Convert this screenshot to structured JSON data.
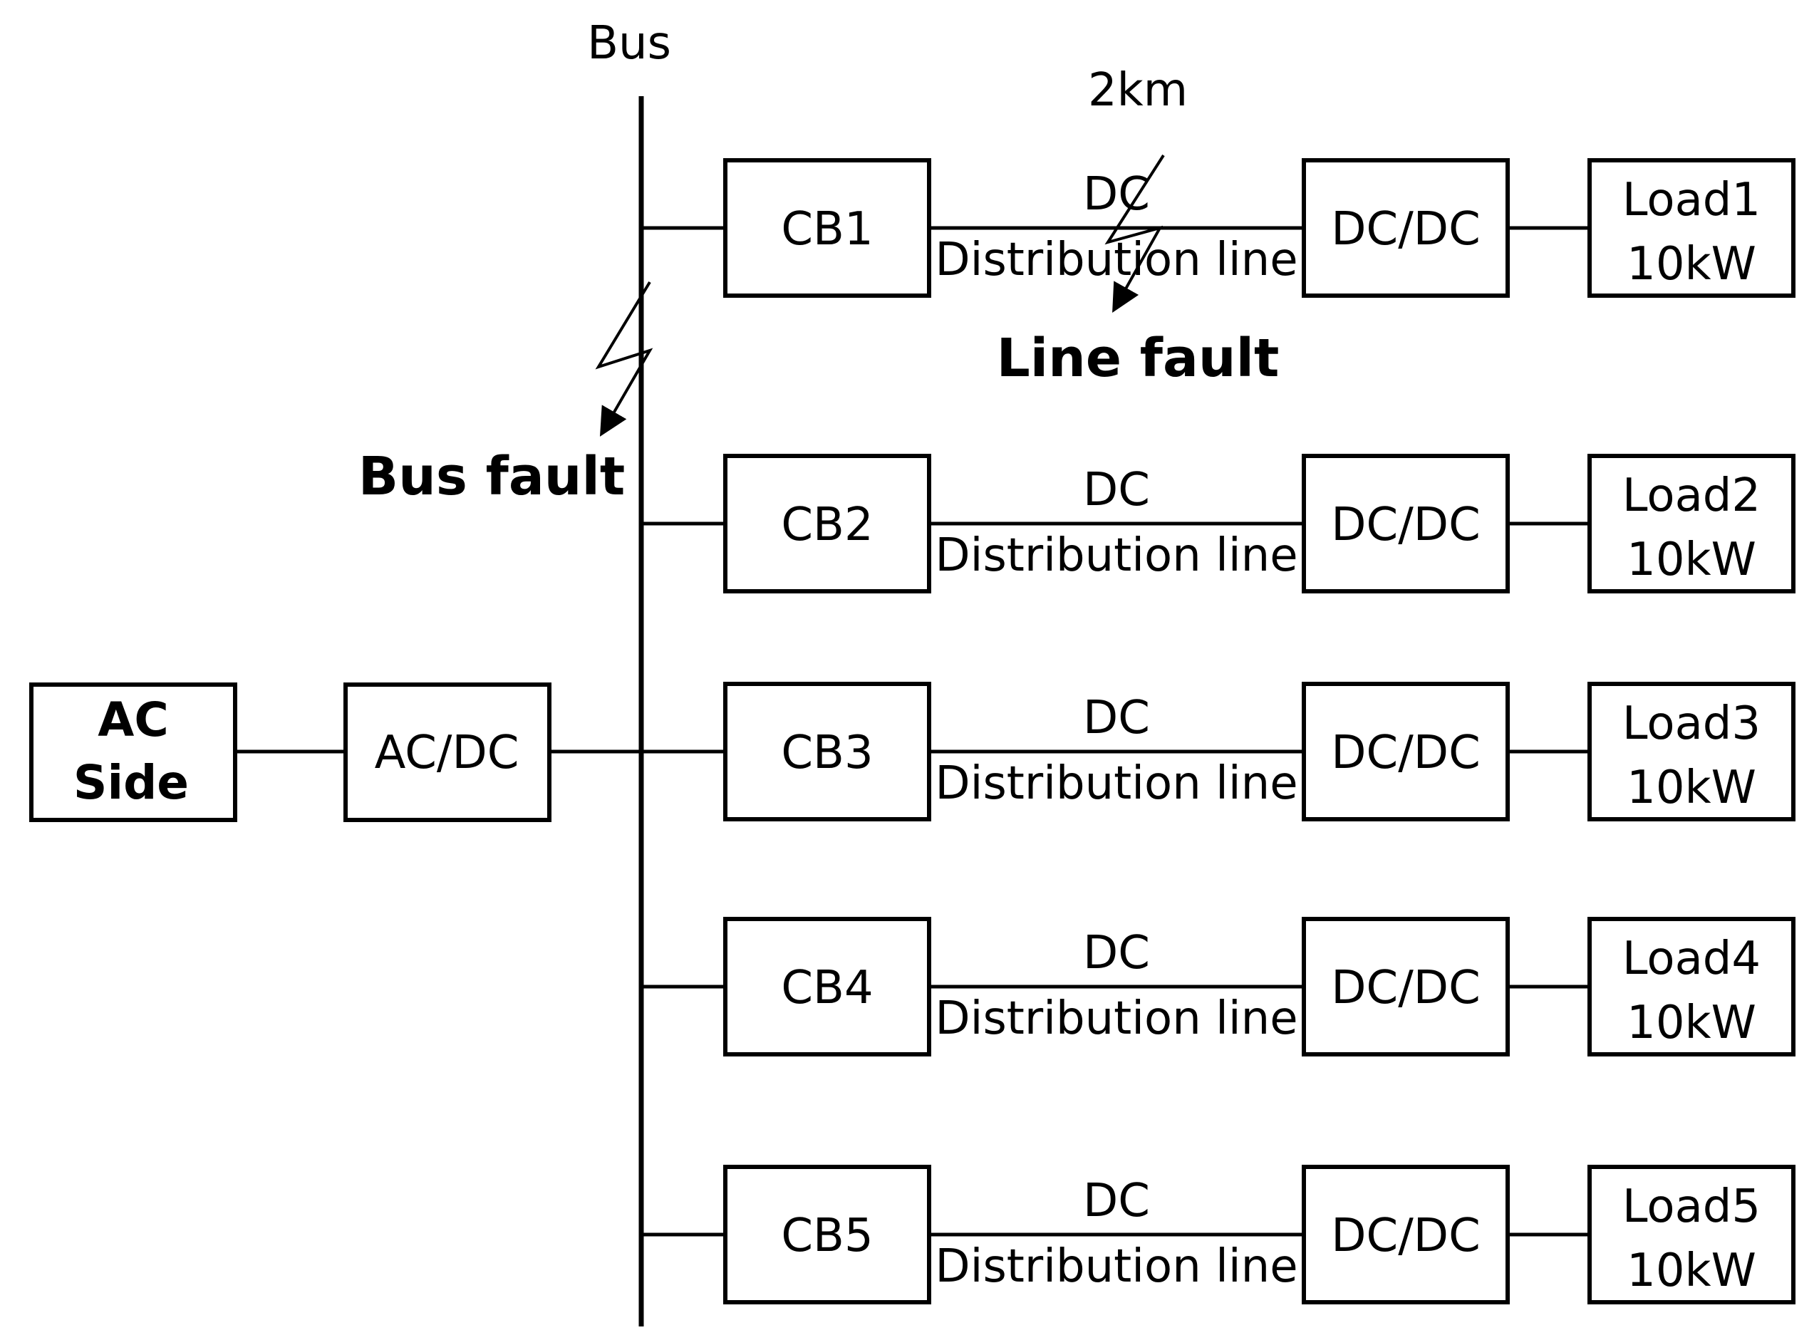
{
  "bus": {
    "label": "Bus"
  },
  "ac_side": {
    "line1": "AC",
    "line2": "Side"
  },
  "converter": {
    "label": "AC/DC"
  },
  "distance": {
    "label": "2km"
  },
  "faults": {
    "line": "Line fault",
    "bus": "Bus fault"
  },
  "feeders": [
    {
      "cb": "CB1",
      "line_top": "DC",
      "line_bottom": "Distribution line",
      "converter": "DC/DC",
      "load": "Load1",
      "power": "10kW"
    },
    {
      "cb": "CB2",
      "line_top": "DC",
      "line_bottom": "Distribution line",
      "converter": "DC/DC",
      "load": "Load2",
      "power": "10kW"
    },
    {
      "cb": "CB3",
      "line_top": "DC",
      "line_bottom": "Distribution line",
      "converter": "DC/DC",
      "load": "Load3",
      "power": "10kW"
    },
    {
      "cb": "CB4",
      "line_top": "DC",
      "line_bottom": "Distribution line",
      "converter": "DC/DC",
      "load": "Load4",
      "power": "10kW"
    },
    {
      "cb": "CB5",
      "line_top": "DC",
      "line_bottom": "Distribution line",
      "converter": "DC/DC",
      "load": "Load5",
      "power": "10kW"
    }
  ]
}
